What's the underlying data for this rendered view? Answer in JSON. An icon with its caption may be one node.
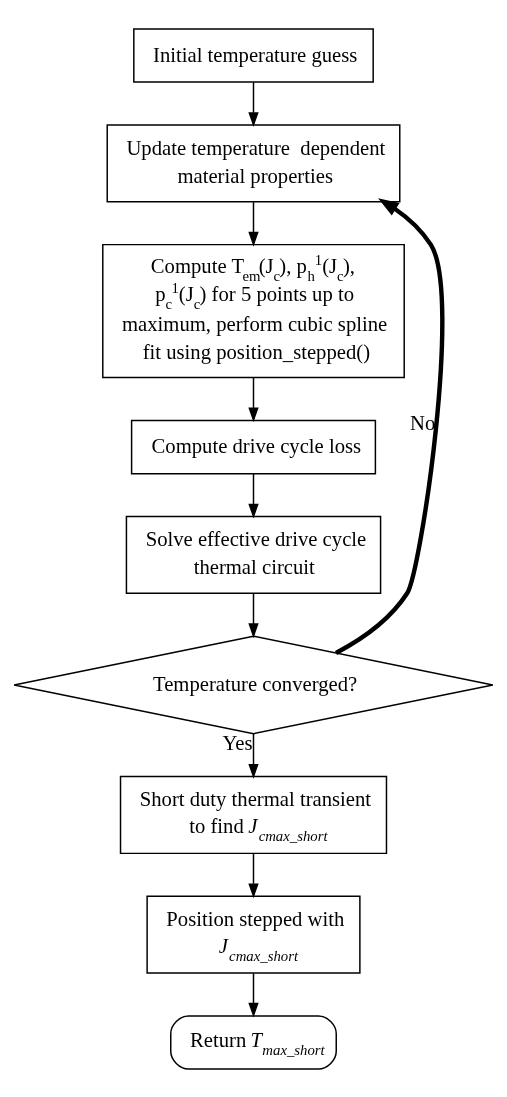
{
  "diagram": {
    "nodes": [
      {
        "text": [
          "Initial temperature guess"
        ]
      },
      {
        "text": [
          "Update temperature  dependent material properties"
        ]
      },
      {
        "text": [
          "Compute T$_{em}$(J$_{c}$), p$_{h}$$^{1}$(J$_{c}$), p$_{c}$$^{1}$(J$_{c}$) for 5 points up to maximum, perform cubic spline fit using position_stepped()"
        ]
      },
      {
        "text": [
          "Compute drive cycle loss"
        ]
      },
      {
        "text": [
          "Solve effective drive cycle thermal circuit"
        ]
      },
      {
        "text": [
          "Temperature converged?"
        ]
      },
      {
        "text": [
          "Short duty thermal transient to find *J$_{cmax_short}$*"
        ]
      },
      {
        "text": [
          "Position stepped with *J$_{cmax_short}$*"
        ]
      },
      {
        "text": [
          "Return *T$_{max_short}$*"
        ]
      }
    ],
    "edges": [
      {
        "from": 0,
        "to": 1,
        "arrow": "to"
      },
      {
        "from": 1,
        "to": 2,
        "arrow": "to"
      },
      {
        "from": 2,
        "to": 3,
        "arrow": "to"
      },
      {
        "from": 3,
        "to": 4,
        "arrow": "to"
      },
      {
        "from": 4,
        "to": 5,
        "arrow": "to"
      },
      {
        "from": 5,
        "to": 1,
        "arrow": "to",
        "label": "No",
        "style": "thick"
      },
      {
        "from": 5,
        "to": 6,
        "arrow": "to",
        "label": "Yes"
      },
      {
        "from": 6,
        "to": 7,
        "arrow": "to"
      },
      {
        "from": 7,
        "to": 8,
        "arrow": "to"
      }
    ]
  }
}
